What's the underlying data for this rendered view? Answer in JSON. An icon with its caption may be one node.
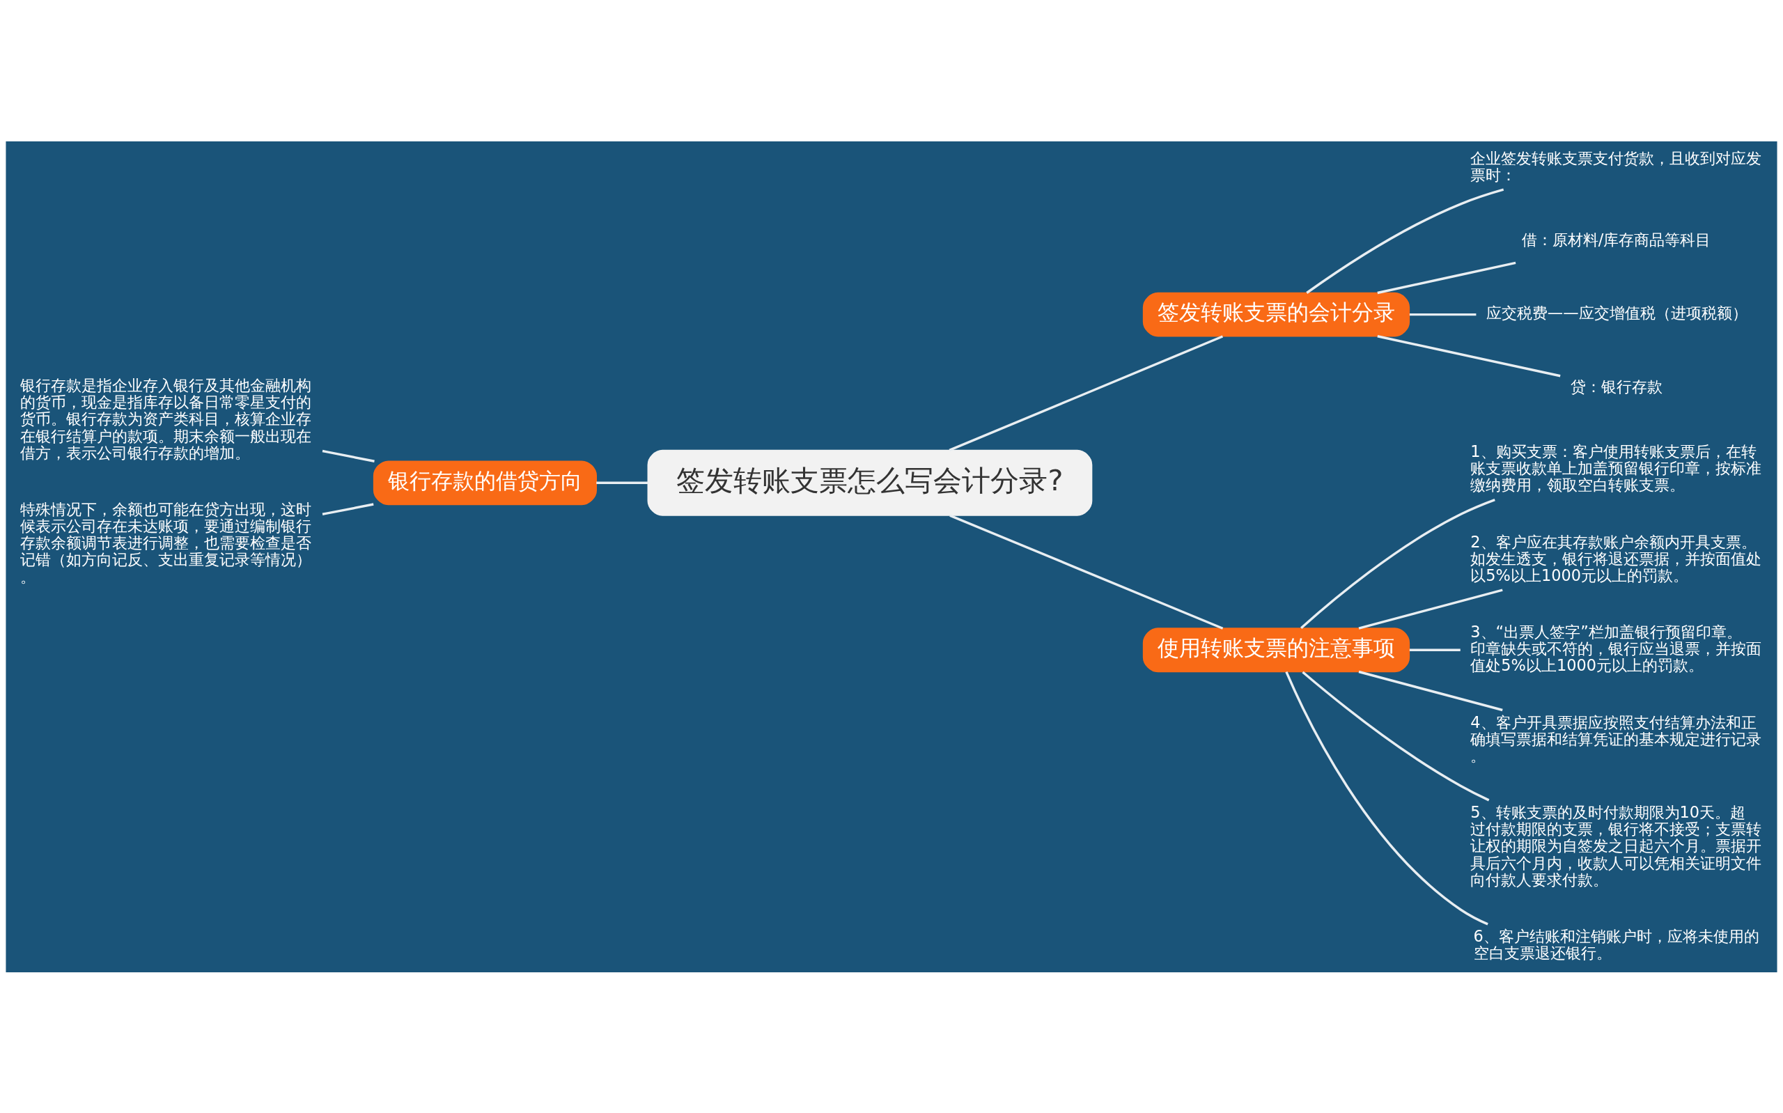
{
  "diagram": {
    "nodes": [
      {
        "text": [
          "签发转账支票怎么写会计分录?"
        ]
      },
      {
        "text": [
          "银行存款的借贷方向"
        ]
      },
      {
        "text": [
          "银行存款是指企业存入银行及其他金融机构的货币，现金是指库存以备日常零星支付的货币。银行存款为资产类科目，核算企业存在银行结算户的款项。期末余额一般出现在借方，表示公司银行存款的增加。"
        ]
      },
      {
        "text": [
          "特殊情况下，余额也可能在贷方出现，这时候表示公司存在未达账项，要通过编制银行存款余额调节表进行调整，也需要检查是否记错（如方向记反、支出重复记录等情况）。"
        ]
      },
      {
        "text": [
          "签发转账支票的会计分录"
        ]
      },
      {
        "text": [
          "企业签发转账支票支付货款，且收到对应发票时："
        ]
      },
      {
        "text": [
          "借：原材料/库存商品等科目"
        ]
      },
      {
        "text": [
          "应交税费——应交增值税（进项税额）"
        ]
      },
      {
        "text": [
          "贷：银行存款"
        ]
      },
      {
        "text": [
          "使用转账支票的注意事项"
        ]
      },
      {
        "text": [
          "1、购买支票：客户使用转账支票后，在转账支票收款单上加盖预留银行印章，按标准缴纳费用，领取空白转账支票。"
        ]
      },
      {
        "text": [
          "2、客户应在其存款账户余额内开具支票。如发生透支，银行将退还票据，并按面值处以5%以上1000元以上的罚款。"
        ]
      },
      {
        "text": [
          "3、“出票人签字”栏加盖银行预留印章。印章缺失或不符的，银行应当退票，并按面值处5%以上1000元以上的罚款。"
        ]
      },
      {
        "text": [
          "4、客户开具票据应按照支付结算办法和正确填写票据和结算凭证的基本规定进行记录。"
        ]
      },
      {
        "text": [
          "5、转账支票的及时付款期限为10天。超过付款期限的支票，银行将不接受；支票转让权的期限为自签发之日起六个月。票据开具后六个月内，收款人可以凭相关证明文件向付款人要求付款。"
        ]
      },
      {
        "text": [
          "6、客户结账和注销账户时，应将未使用的空白支票退还银行。"
        ]
      }
    ],
    "edges": [
      {
        "from": 0,
        "to": 1,
        "arrow": "none"
      },
      {
        "from": 1,
        "to": 2,
        "arrow": "none"
      },
      {
        "from": 1,
        "to": 3,
        "arrow": "none"
      },
      {
        "from": 0,
        "to": 4,
        "arrow": "none"
      },
      {
        "from": 4,
        "to": 5,
        "arrow": "none"
      },
      {
        "from": 4,
        "to": 6,
        "arrow": "none"
      },
      {
        "from": 4,
        "to": 7,
        "arrow": "none"
      },
      {
        "from": 4,
        "to": 8,
        "arrow": "none"
      },
      {
        "from": 0,
        "to": 9,
        "arrow": "none"
      },
      {
        "from": 9,
        "to": 10,
        "arrow": "none"
      },
      {
        "from": 9,
        "to": 11,
        "arrow": "none"
      },
      {
        "from": 9,
        "to": 12,
        "arrow": "none"
      },
      {
        "from": 9,
        "to": 13,
        "arrow": "none"
      },
      {
        "from": 9,
        "to": 14,
        "arrow": "none"
      },
      {
        "from": 9,
        "to": 15,
        "arrow": "none"
      }
    ]
  }
}
